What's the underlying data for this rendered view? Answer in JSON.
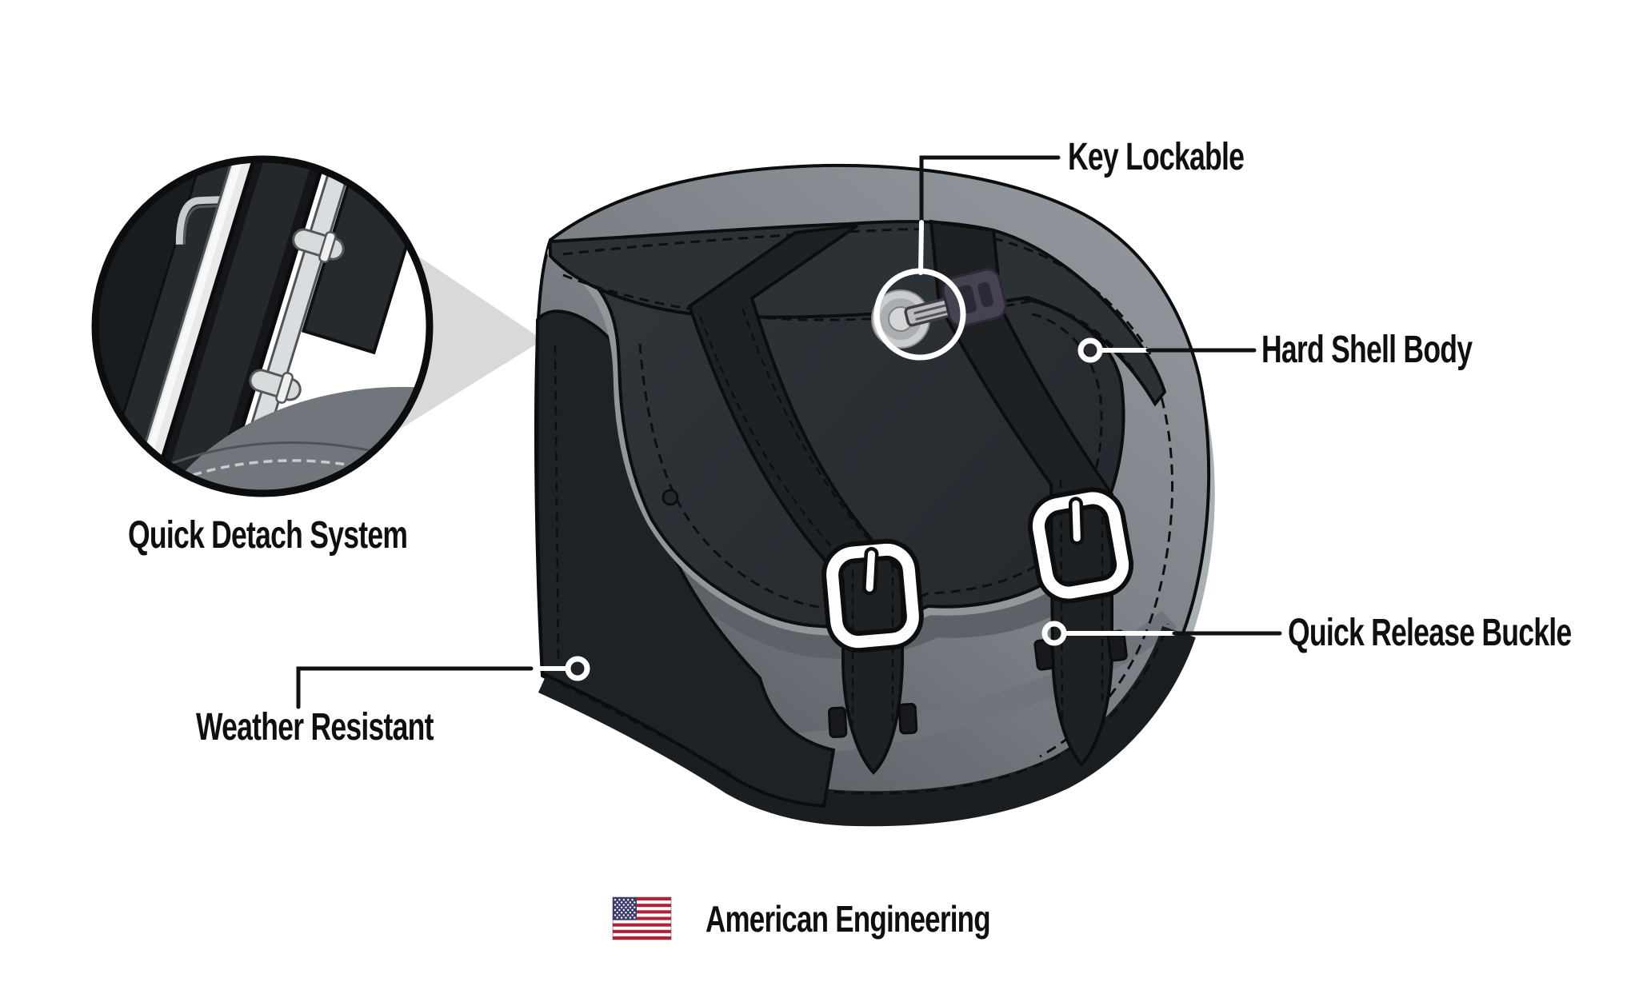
{
  "product_diagram": {
    "subject": "motorcycle saddlebag feature diagram",
    "callouts": {
      "key_lockable": {
        "label": "Key Lockable"
      },
      "hard_shell_body": {
        "label": "Hard Shell Body"
      },
      "quick_release_buckle": {
        "label": "Quick Release Buckle"
      },
      "quick_detach_system": {
        "label": "Quick Detach System"
      },
      "weather_resistant": {
        "label": "Weather Resistant"
      }
    },
    "footer": {
      "label": "American Engineering"
    },
    "icons": [
      "us-flag-icon",
      "key-lock-icon",
      "quick-detach-inset-image",
      "callout-dot-marker"
    ],
    "colors": {
      "background": "#ffffff",
      "label_text": "#0e0f10",
      "bag_dark": "#2a2e33",
      "bag_panel_dark": "#1e2226",
      "bag_outline": "#0b0d0e",
      "strap_black": "#1d2124",
      "hard_shell_gray": "#8d9399",
      "hard_shell_gray_dark": "#5d6368",
      "shell_rim_gray": "#a9b0b4",
      "piping_gray": "#8f979b",
      "callout_wedge_gray": "#d9d9d9",
      "buckle_chrome": "#fdfdfd",
      "lock_cylinder_gray": "#c9cbcc",
      "key_head_dark": "#474251",
      "flag_red": "#B22234",
      "flag_blue": "#3C3B6E"
    }
  }
}
